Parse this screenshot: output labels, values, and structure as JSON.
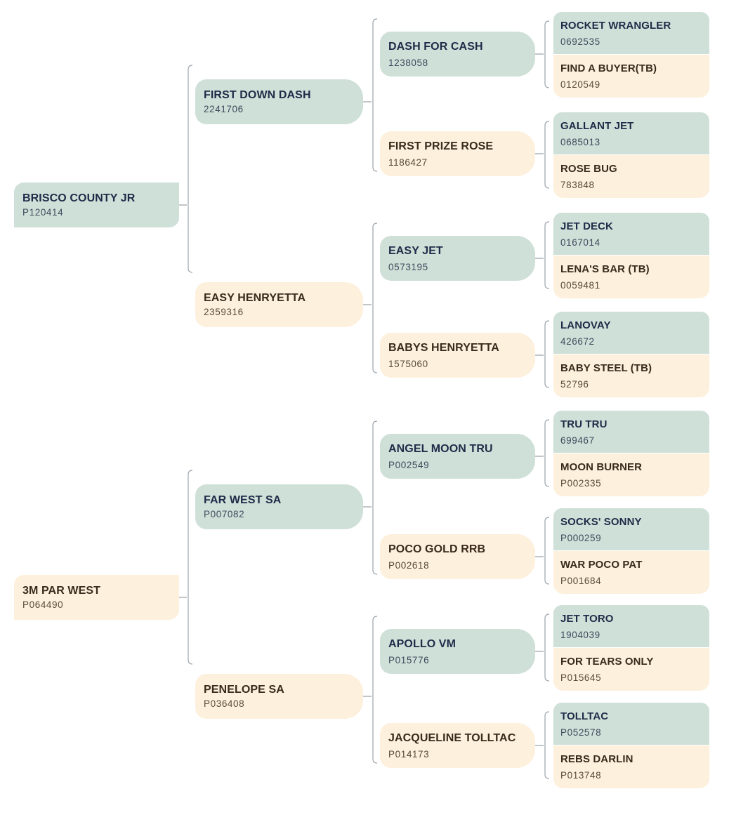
{
  "pedigree": {
    "sire": {
      "name": "BRISCO COUNTY JR",
      "reg": "P120414",
      "sire": {
        "name": "FIRST DOWN DASH",
        "reg": "2241706",
        "sire": {
          "name": "DASH FOR CASH",
          "reg": "1238058",
          "sire": {
            "name": "ROCKET WRANGLER",
            "reg": "0692535"
          },
          "dam": {
            "name": "FIND A BUYER(TB)",
            "reg": "0120549"
          }
        },
        "dam": {
          "name": "FIRST PRIZE ROSE",
          "reg": "1186427",
          "sire": {
            "name": "GALLANT JET",
            "reg": "0685013"
          },
          "dam": {
            "name": "ROSE BUG",
            "reg": "783848"
          }
        }
      },
      "dam": {
        "name": "EASY HENRYETTA",
        "reg": "2359316",
        "sire": {
          "name": "EASY JET",
          "reg": "0573195",
          "sire": {
            "name": "JET DECK",
            "reg": "0167014"
          },
          "dam": {
            "name": "LENA'S BAR (TB)",
            "reg": "0059481"
          }
        },
        "dam": {
          "name": "BABYS HENRYETTA",
          "reg": "1575060",
          "sire": {
            "name": "LANOVAY",
            "reg": "426672"
          },
          "dam": {
            "name": "BABY STEEL (TB)",
            "reg": "52796"
          }
        }
      }
    },
    "dam": {
      "name": "3M PAR WEST",
      "reg": "P064490",
      "sire": {
        "name": "FAR WEST SA",
        "reg": "P007082",
        "sire": {
          "name": "ANGEL MOON TRU",
          "reg": "P002549",
          "sire": {
            "name": "TRU TRU",
            "reg": "699467"
          },
          "dam": {
            "name": "MOON BURNER",
            "reg": "P002335"
          }
        },
        "dam": {
          "name": "POCO GOLD RRB",
          "reg": "P002618",
          "sire": {
            "name": "SOCKS' SONNY",
            "reg": "P000259"
          },
          "dam": {
            "name": "WAR POCO PAT",
            "reg": "P001684"
          }
        }
      },
      "dam": {
        "name": "PENELOPE SA",
        "reg": "P036408",
        "sire": {
          "name": "APOLLO VM",
          "reg": "P015776",
          "sire": {
            "name": "JET TORO",
            "reg": "1904039"
          },
          "dam": {
            "name": "FOR TEARS ONLY",
            "reg": "P015645"
          }
        },
        "dam": {
          "name": "JACQUELINE TOLLTAC",
          "reg": "P014173",
          "sire": {
            "name": "TOLLTAC",
            "reg": "P052578"
          },
          "dam": {
            "name": "REBS DARLIN",
            "reg": "P013748"
          }
        }
      }
    }
  },
  "colors": {
    "sire_fill": "#cfe0d8",
    "dam_fill": "#fdf0dc",
    "sire_text": "#1e2b48",
    "dam_text": "#3a2a1c",
    "connector": "#9aa3ab"
  }
}
